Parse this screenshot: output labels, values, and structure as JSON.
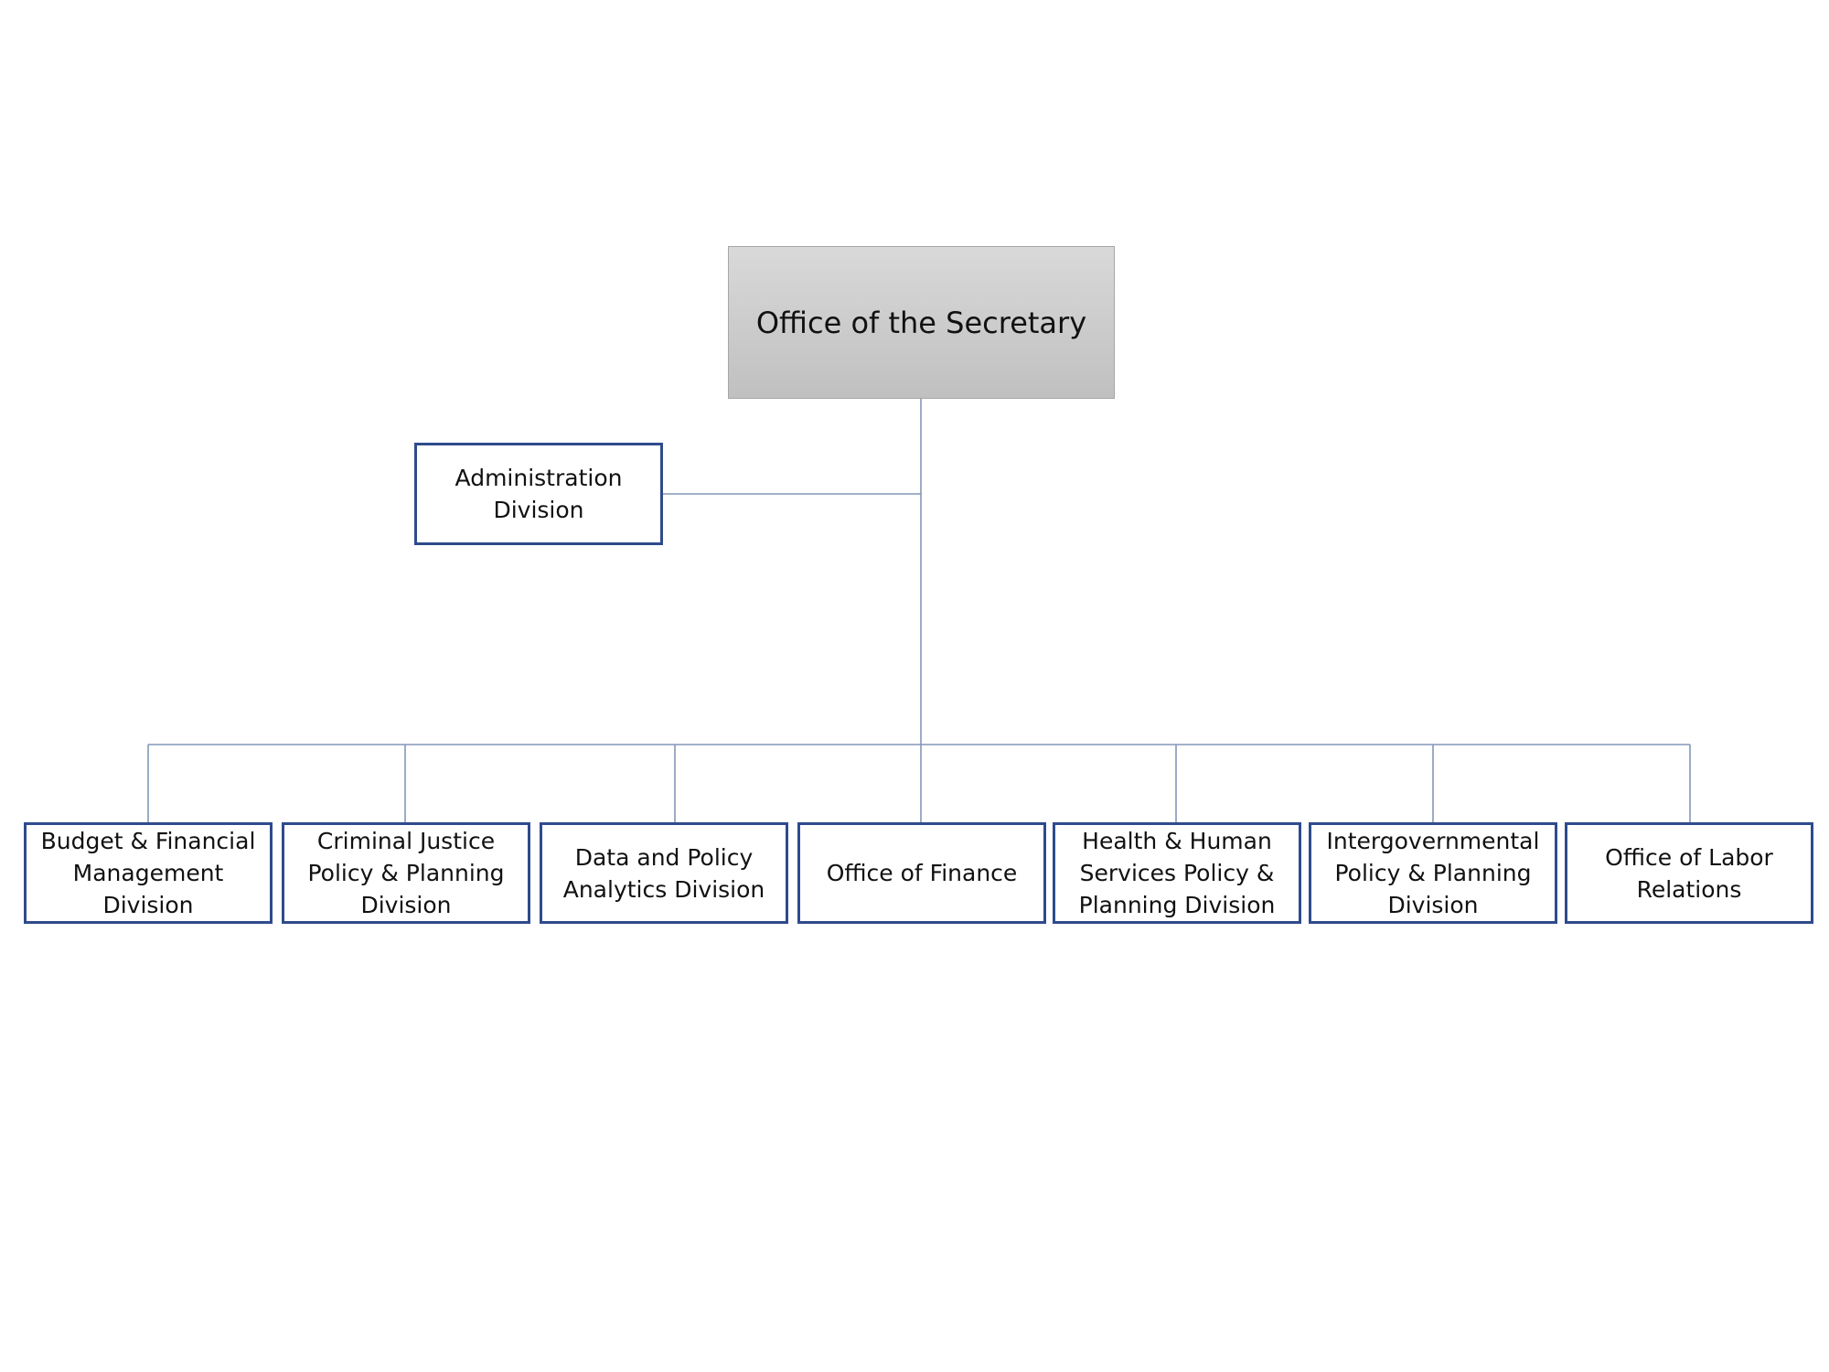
{
  "top": {
    "label": "Office of the Secretary"
  },
  "staff": {
    "label": "Administration\nDivision"
  },
  "divisions": [
    {
      "label": "Budget & Financial\nManagement\nDivision"
    },
    {
      "label": "Criminal Justice\nPolicy & Planning\nDivision"
    },
    {
      "label": "Data and Policy\nAnalytics Division"
    },
    {
      "label": "Office of Finance"
    },
    {
      "label": "Health & Human\nServices Policy &\nPlanning Division"
    },
    {
      "label": "Intergovernmental\nPolicy & Planning\nDivision"
    },
    {
      "label": "Office of Labor\nRelations"
    }
  ],
  "colors": {
    "connector": "#8497b8",
    "box_border": "#2f4b8d",
    "top_fill_top": "#d9d9d9",
    "top_fill_bottom": "#c0c0c0"
  }
}
